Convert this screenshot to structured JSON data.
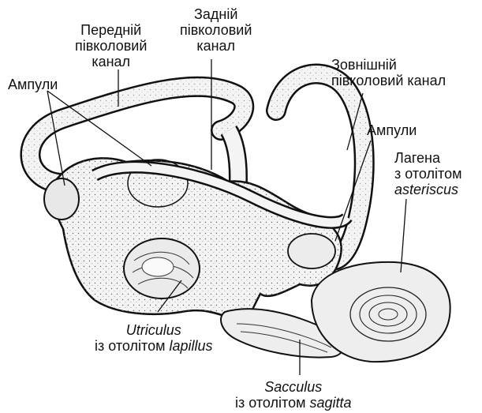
{
  "labels": {
    "anterior_canal": [
      "Передній",
      "півколовий",
      "канал"
    ],
    "posterior_canal": [
      "Задній",
      "півколовий",
      "канал"
    ],
    "external_canal": [
      "Зовнішній",
      "півколовий канал"
    ],
    "ampullae_left": "Ампули",
    "ampullae_right": "Ампули",
    "lagena": {
      "line1": "Лагена",
      "line2": "з отолітом",
      "species": "asteriscus"
    },
    "utriculus": {
      "name": "Utriculus",
      "prefix": "із отолітом ",
      "otolith": "lapillus"
    },
    "sacculus": {
      "name": "Sacculus",
      "prefix": "із отолітом ",
      "otolith": "sagitta"
    }
  },
  "colors": {
    "ink": "#111111",
    "stipple": "#555555",
    "fill": "#f4f4f4"
  }
}
